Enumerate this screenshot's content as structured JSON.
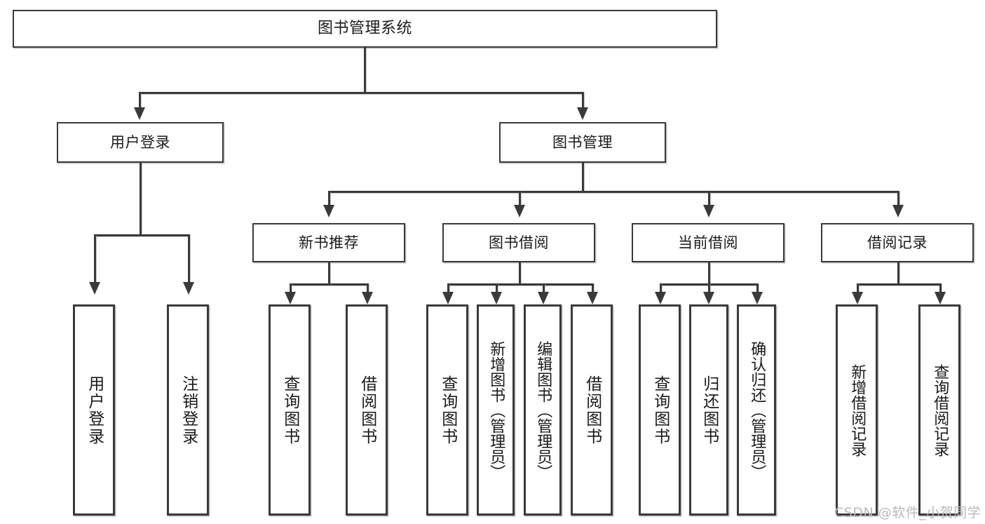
{
  "diagram": {
    "title": "图书管理系统",
    "watermark": "CSDN @软件_小贺同学"
  },
  "root": {
    "label": "图书管理系统"
  },
  "level2": [
    {
      "label": "用户登录"
    },
    {
      "label": "图书管理"
    }
  ],
  "level3": [
    {
      "label": "新书推荐"
    },
    {
      "label": "图书借阅"
    },
    {
      "label": "当前借阅"
    },
    {
      "label": "借阅记录"
    }
  ],
  "leaves": {
    "user_login": [
      {
        "label": "用户登录"
      },
      {
        "label": "注销登录"
      }
    ],
    "new_book": [
      {
        "label": "查询图书"
      },
      {
        "label": "借阅图书"
      }
    ],
    "book_borrow": [
      {
        "label": "查询图书"
      },
      {
        "label": "新增图书（管理员）"
      },
      {
        "label": "编辑图书（管理员）"
      },
      {
        "label": "借阅图书"
      }
    ],
    "current_borrow": [
      {
        "label": "查询图书"
      },
      {
        "label": "归还图书"
      },
      {
        "label": "确认归还（管理员）"
      }
    ],
    "borrow_record": [
      {
        "label": "新增借阅记录"
      },
      {
        "label": "查询借阅记录"
      }
    ]
  },
  "colors": {
    "border": "#3a3a3a",
    "background": "#ffffff",
    "text": "#1a1a1a",
    "watermark": "#b9b9b9"
  }
}
